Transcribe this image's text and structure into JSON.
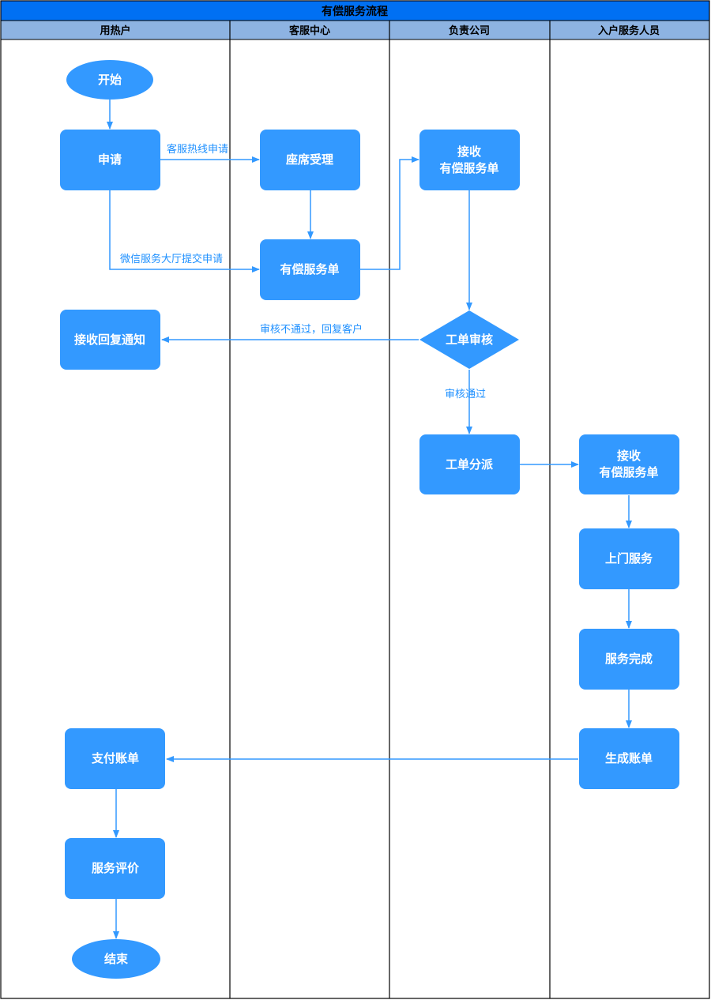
{
  "title": "有偿服务流程",
  "lanes": [
    "用热户",
    "客服中心",
    "负责公司",
    "入户服务人员"
  ],
  "colors": {
    "title_bg": "#0070f3",
    "header_bg": "#8db3e2",
    "node_fill": "#3399ff",
    "line": "#3399ff",
    "edge_label": "#1e90ff",
    "border": "#000000"
  },
  "nodes": {
    "start": "开始",
    "apply": "申请",
    "seat_accept": "座席受理",
    "paid_order": "有偿服务单",
    "receive_company": [
      "接收",
      "有偿服务单"
    ],
    "review": "工单审核",
    "receive_notice": "接收回复通知",
    "dispatch": "工单分派",
    "receive_staff": [
      "接收",
      "有偿服务单"
    ],
    "onsite": "上门服务",
    "complete": "服务完成",
    "gen_bill": "生成账单",
    "pay_bill": "支付账单",
    "evaluate": "服务评价",
    "end": "结束"
  },
  "edge_labels": {
    "hotline": "客服热线申请",
    "wechat": "微信服务大厅提交申请",
    "reject": "审核不通过，回复客户",
    "pass": "审核通过"
  }
}
